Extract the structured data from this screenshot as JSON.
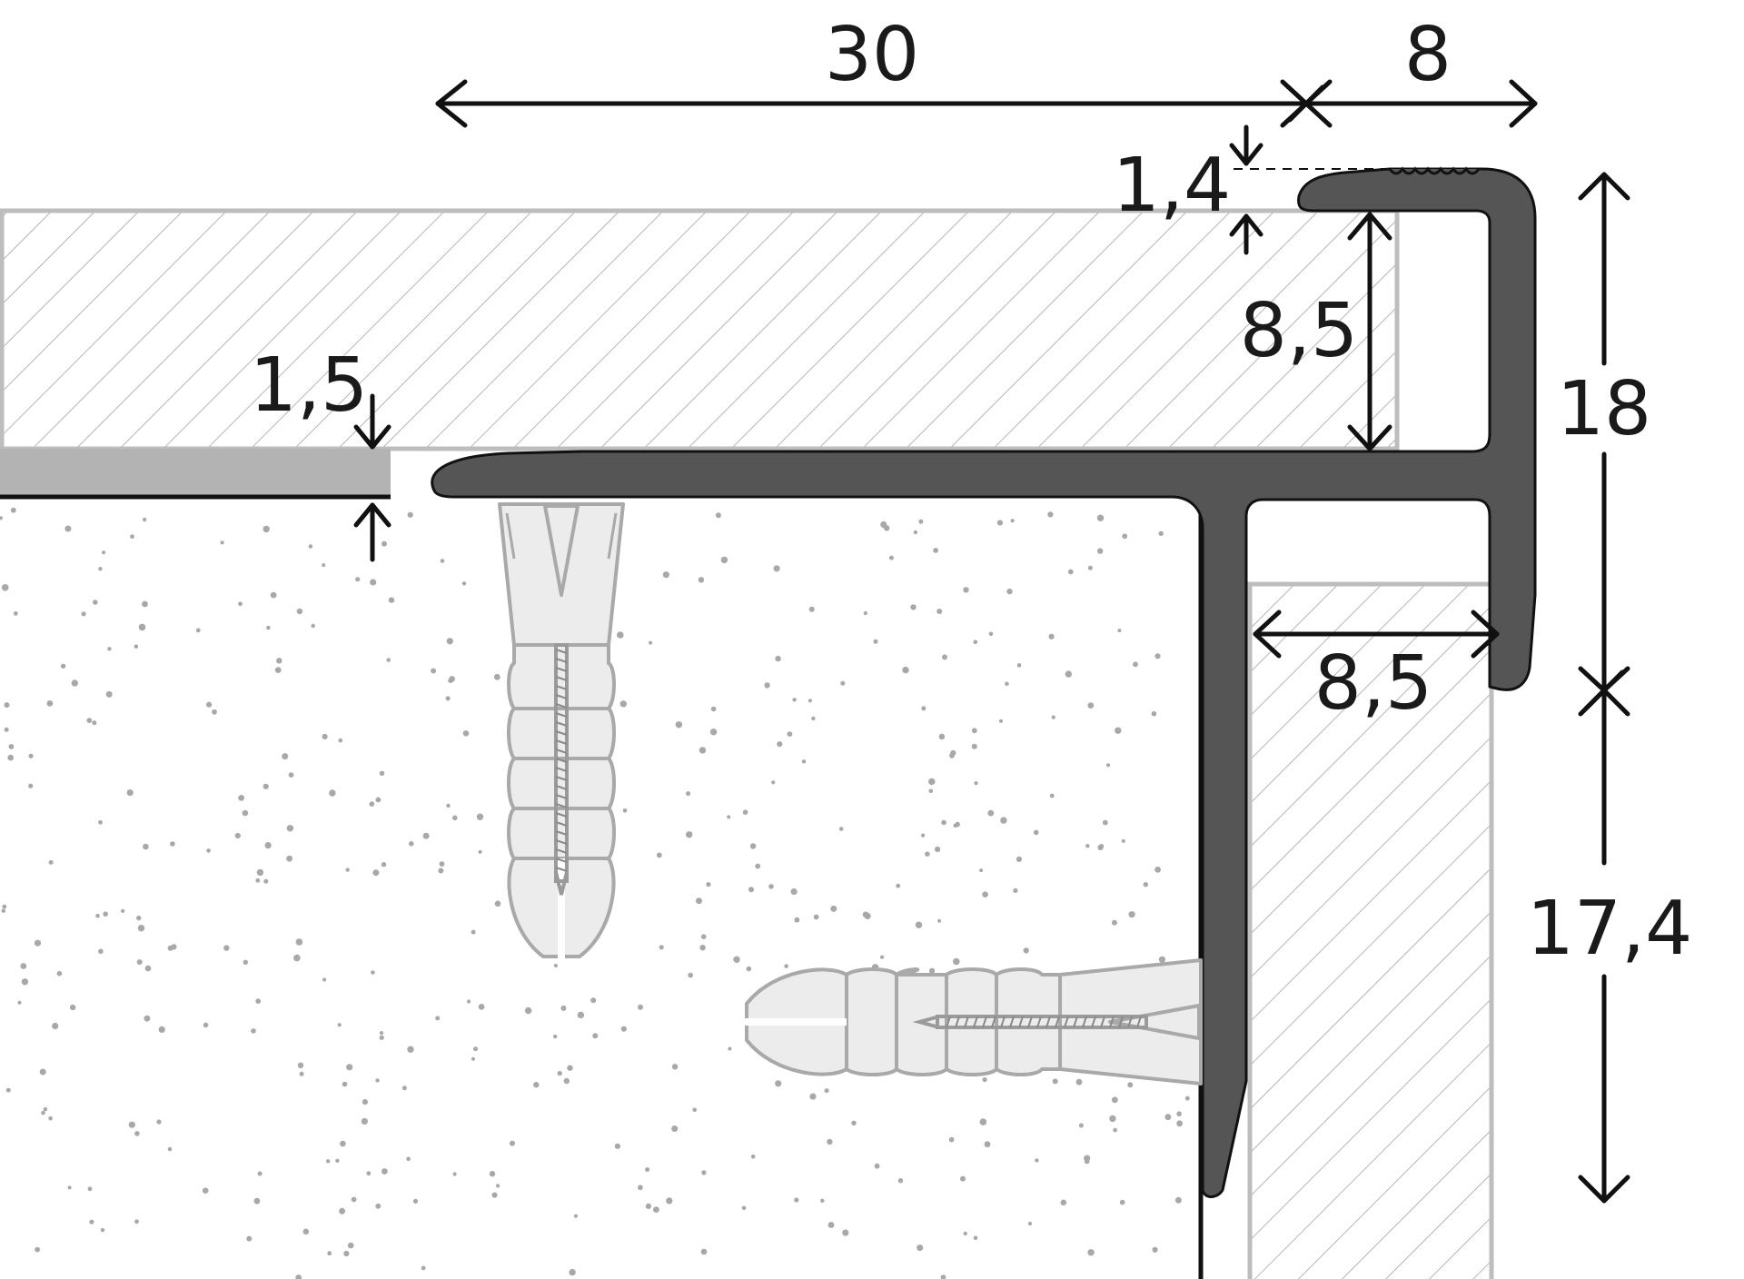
{
  "dimensions": {
    "top_width": "30",
    "nose_width": "8",
    "lip_thickness": "1,4",
    "tread_insert_height": "8,5",
    "base_flange_thickness": "1,5",
    "total_height": "18",
    "riser_leg_height": "17,4",
    "riser_insert_width": "8,5"
  },
  "colors": {
    "profile": "#555555",
    "hatch": "#b5b5b5",
    "concrete_dots": "#a8a8a8",
    "underlay_strip": "#b3b3b3",
    "plug_fill": "#ececec"
  },
  "icons": {
    "vertical_dowel": "wall-plug-icon",
    "horizontal_dowel": "wall-plug-icon"
  }
}
